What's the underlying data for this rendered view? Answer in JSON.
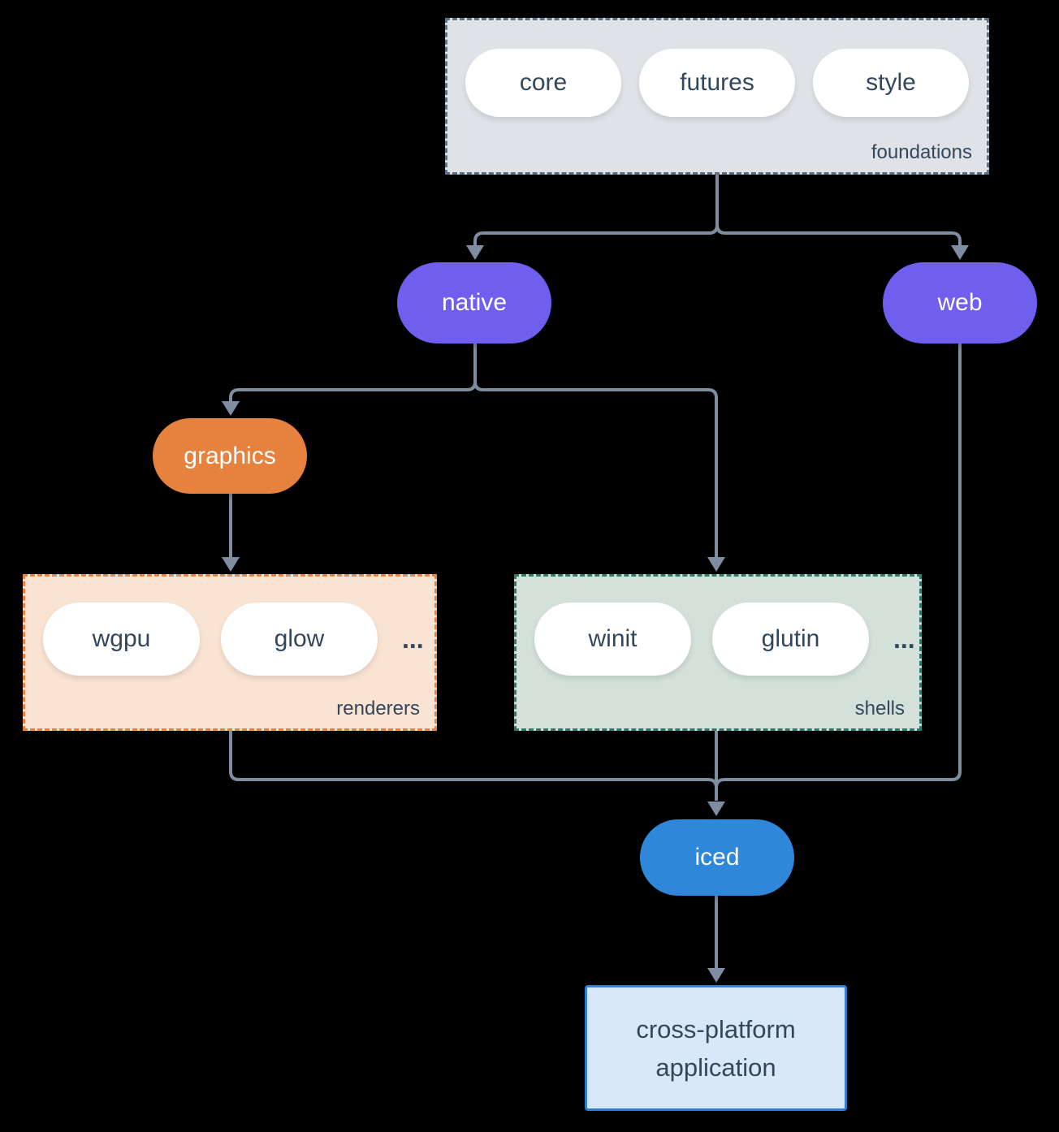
{
  "colors": {
    "background": "#000000",
    "connector": "#7e8da0",
    "pill-text": "#33475c",
    "group-label": "#34475a",
    "purple": "#6e5fee",
    "orange": "#e6813e",
    "blue": "#2e87d8",
    "foundations-bg": "#dfe3e8",
    "foundations-border": "#5f7285",
    "renderers-bg": "#f9e3d3",
    "renderers-border": "#e8823d",
    "shells-bg": "#d3e1da",
    "shells-border": "#2b7c6a",
    "app-bg": "#d8e8f9",
    "app-border": "#2f80d3"
  },
  "groups": {
    "foundations": {
      "label": "foundations",
      "pills": {
        "core": "core",
        "futures": "futures",
        "style": "style"
      }
    },
    "renderers": {
      "label": "renderers",
      "pills": {
        "wgpu": "wgpu",
        "glow": "glow"
      },
      "ellipsis": "..."
    },
    "shells": {
      "label": "shells",
      "pills": {
        "winit": "winit",
        "glutin": "glutin"
      },
      "ellipsis": "..."
    }
  },
  "nodes": {
    "native": "native",
    "web": "web",
    "graphics": "graphics",
    "iced": "iced",
    "application": "cross-platform application"
  }
}
